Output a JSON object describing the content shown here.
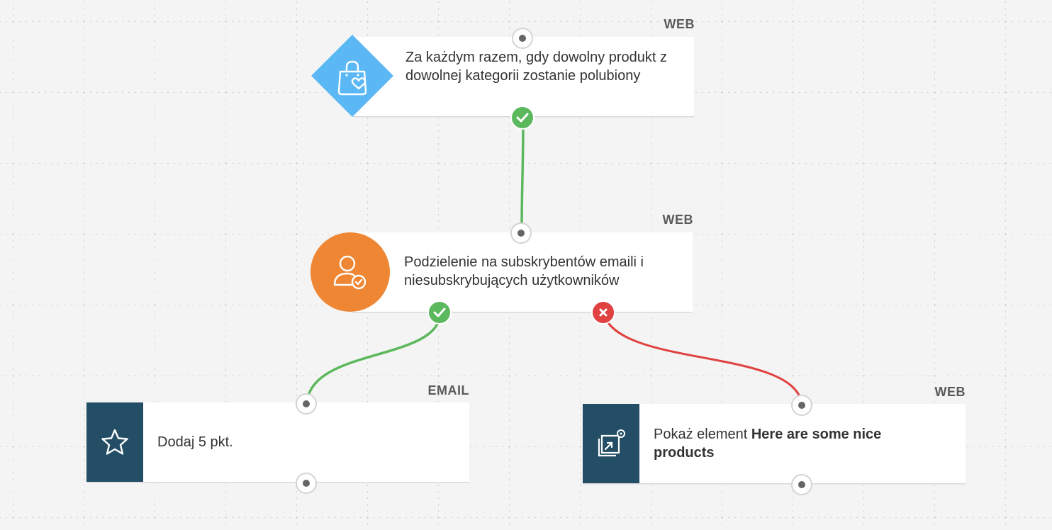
{
  "colors": {
    "background": "#f4f4f4",
    "trigger_icon": "#5bb8f5",
    "condition_icon": "#ee8633",
    "action_icon": "#234e66",
    "yes_path": "#5cb85c",
    "no_path": "#e04141"
  },
  "nodes": [
    {
      "channel": "WEB",
      "icon": "shopping-bag-heart-icon",
      "text": "Za każdym razem, gdy dowolny produkt z dowolnej kategorii zostanie polubiony"
    },
    {
      "channel": "WEB",
      "icon": "user-check-icon",
      "text": "Podzielenie na subskrybentów emaili i niesubskrybujących użytkowników"
    },
    {
      "channel": "EMAIL",
      "icon": "star-icon",
      "text": "Dodaj 5 pkt."
    },
    {
      "channel": "WEB",
      "icon": "show-element-icon",
      "text_prefix": "Pokaż element ",
      "text_bold": "Here are some nice products"
    }
  ],
  "branches": [
    {
      "from": "trigger",
      "to": "condition",
      "type": "yes"
    },
    {
      "from": "condition",
      "to": "add-points",
      "type": "yes"
    },
    {
      "from": "condition",
      "to": "show-element",
      "type": "no"
    }
  ]
}
